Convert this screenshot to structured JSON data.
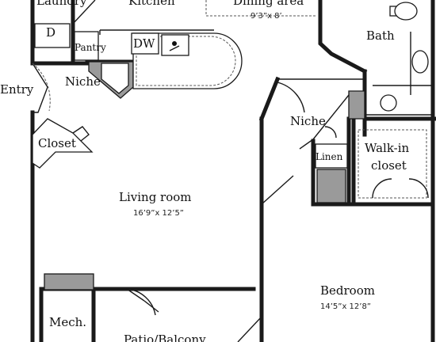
{
  "labels": {
    "laundry": "Laundry",
    "kitchen": "Kitchen",
    "dining": "Dining area",
    "dining_dim": "9’3”x 8’",
    "bath": "Bath",
    "dryer": "D",
    "pantry": "Pantry",
    "dishwasher": "DW",
    "niche_entry": "Niche",
    "entry": "Entry",
    "niche_hall": "Niche",
    "closet": "Closet",
    "linen": "Linen",
    "walkin": "Walk-in",
    "walkin2": "closet",
    "living": "Living room",
    "living_dim": "16’9”x 12’5”",
    "bedroom": "Bedroom",
    "bedroom_dim": "14’5”x 12’8”",
    "mech": "Mech.",
    "patio": "Patio/Balcony"
  },
  "icons": {
    "sink": "sink-icon",
    "toilet": "toilet-icon",
    "bath_sink": "bath-sink-icon",
    "tub_drain": "tub-drain-icon"
  }
}
